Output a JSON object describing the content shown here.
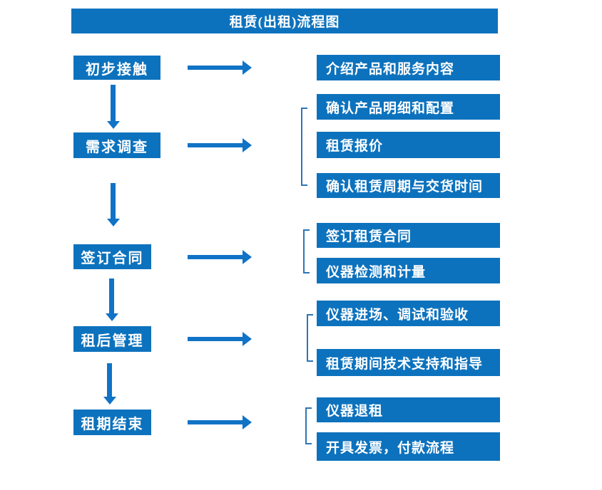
{
  "title": "租赁(出租)流程图",
  "colors": {
    "box_blue": "#0d72bd",
    "arrow_blue": "#1173c6",
    "bracket_blue": "#2e75b6",
    "text_white": "#ffffff",
    "background": "#ffffff"
  },
  "stages": [
    {
      "label": "初步接触",
      "details": [
        "介绍产品和服务内容"
      ]
    },
    {
      "label": "需求调查",
      "details": [
        "确认产品明细和配置",
        "租赁报价",
        "确认租赁周期与交货时间"
      ]
    },
    {
      "label": "签订合同",
      "details": [
        "签订租赁合同",
        "仪器检测和计量"
      ]
    },
    {
      "label": "租后管理",
      "details": [
        "仪器进场、调试和验收",
        "租赁期间技术支持和指导"
      ]
    },
    {
      "label": "租期结束",
      "details": [
        "仪器退租",
        "开具发票，付款流程"
      ]
    }
  ]
}
